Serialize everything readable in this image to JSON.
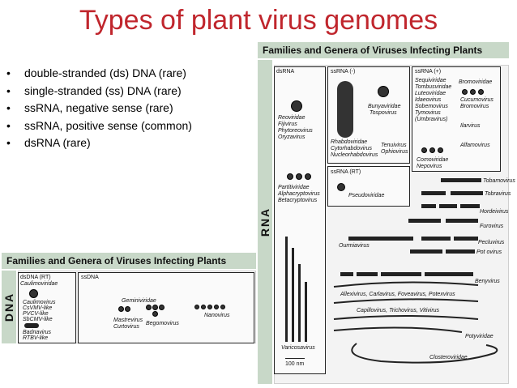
{
  "title": "Types of plant virus genomes",
  "bullets": [
    "double-stranded (ds) DNA (rare)",
    "single-stranded (ss) DNA (rare)",
    "ssRNA, negative sense (rare)",
    "ssRNA, positive sense (common)",
    "dsRNA (rare)"
  ],
  "rna_figure": {
    "banner": "Families and Genera of Viruses Infecting Plants",
    "side_label": "RNA",
    "sections": {
      "dsrna": "dsRNA",
      "ssrna_neg": "ssRNA (-)",
      "ssrna_pos": "ssRNA (+)",
      "ssrna_rt": "ssRNA (RT)"
    },
    "labels": {
      "reoviridae": "Reoviridae",
      "fijivirus": "Fijivirus",
      "phytoreovirus": "Phytoreovirus",
      "oryzavirus": "Oryzavirus",
      "rhabdoviridae": "Rhabdoviridae",
      "cytorhabdovirus": "Cytorhabdovirus",
      "nucleorhabdovirus": "Nucleorhabdovirus",
      "bunyaviridae": "Bunyaviridae",
      "tospovirus": "Tospovirus",
      "tenuivirus": "Tenuivirus",
      "ophiovirus": "Ophiovirus",
      "sequiviridae": "Sequiviridae",
      "tombusviridae": "Tombusviridae",
      "luteoviridae": "Luteoviridae",
      "idaeovirus": "Idaeovirus",
      "sobemovirus": "Sobemovirus",
      "tymovirus": "Tymovirus",
      "umbravirus": "(Umbravirus)",
      "bromoviridae": "Bromoviridae",
      "cucumovirus": "Cucumovirus",
      "bromovirus": "Bromovirus",
      "ilarvirus": "Ilarvirus",
      "alfamovirus": "Alfamovirus",
      "comoviridae": "Comoviridae",
      "nepovirus": "Nepovirus",
      "partitiviridae": "Partitiviridae",
      "alphacryptovirus": "Alphacryptovirus",
      "betacryptovirus": "Betacryptovirus",
      "pseudoviridae": "Pseudoviridae",
      "tobamovirus": "Tobamovirus",
      "tobravirus": "Tobravirus",
      "hordeivirus": "Hordeivirus",
      "furovirus": "Furovirus",
      "pecluvirus": "Pecluvirus",
      "ourmiavirus": "Ourmiavirus",
      "potexvirus_short": "Pot ovirus",
      "benyvirus": "Benyvirus",
      "flexuous_line1": "Allexivirus, Carlavirus, Foveavirus, Potexvirus",
      "flexuous_line2": "Capillovirus, Trichovirus, Vitivirus",
      "potyviridae": "Potyviridae",
      "closteroviridae": "Closteroviridae",
      "varicosavirus": "Varicosavirus",
      "scale": "100 nm"
    }
  },
  "dna_figure": {
    "banner": "Families and Genera of Viruses Infecting Plants",
    "side_label": "DNA",
    "sections": {
      "dsdna_rt": "dsDNA (RT)",
      "ssdna": "ssDNA"
    },
    "labels": {
      "caulimoviridae": "Caulimoviridae",
      "caulimovirus": "Caulimovirus",
      "cavemv_like": "CsVMV-like",
      "petvcv_like": "PVCV-like",
      "sbcmv_like": "SbCMV-like",
      "badnavirus": "Badnavirus",
      "rtbv_like": "RTBV-like",
      "geminiviridae": "Geminiviridae",
      "mastrevirus": "Mastrevirus",
      "curtovirus": "Curtovirus",
      "begomovirus": "Begomovirus",
      "nanovirus": "Nanovirus"
    }
  }
}
